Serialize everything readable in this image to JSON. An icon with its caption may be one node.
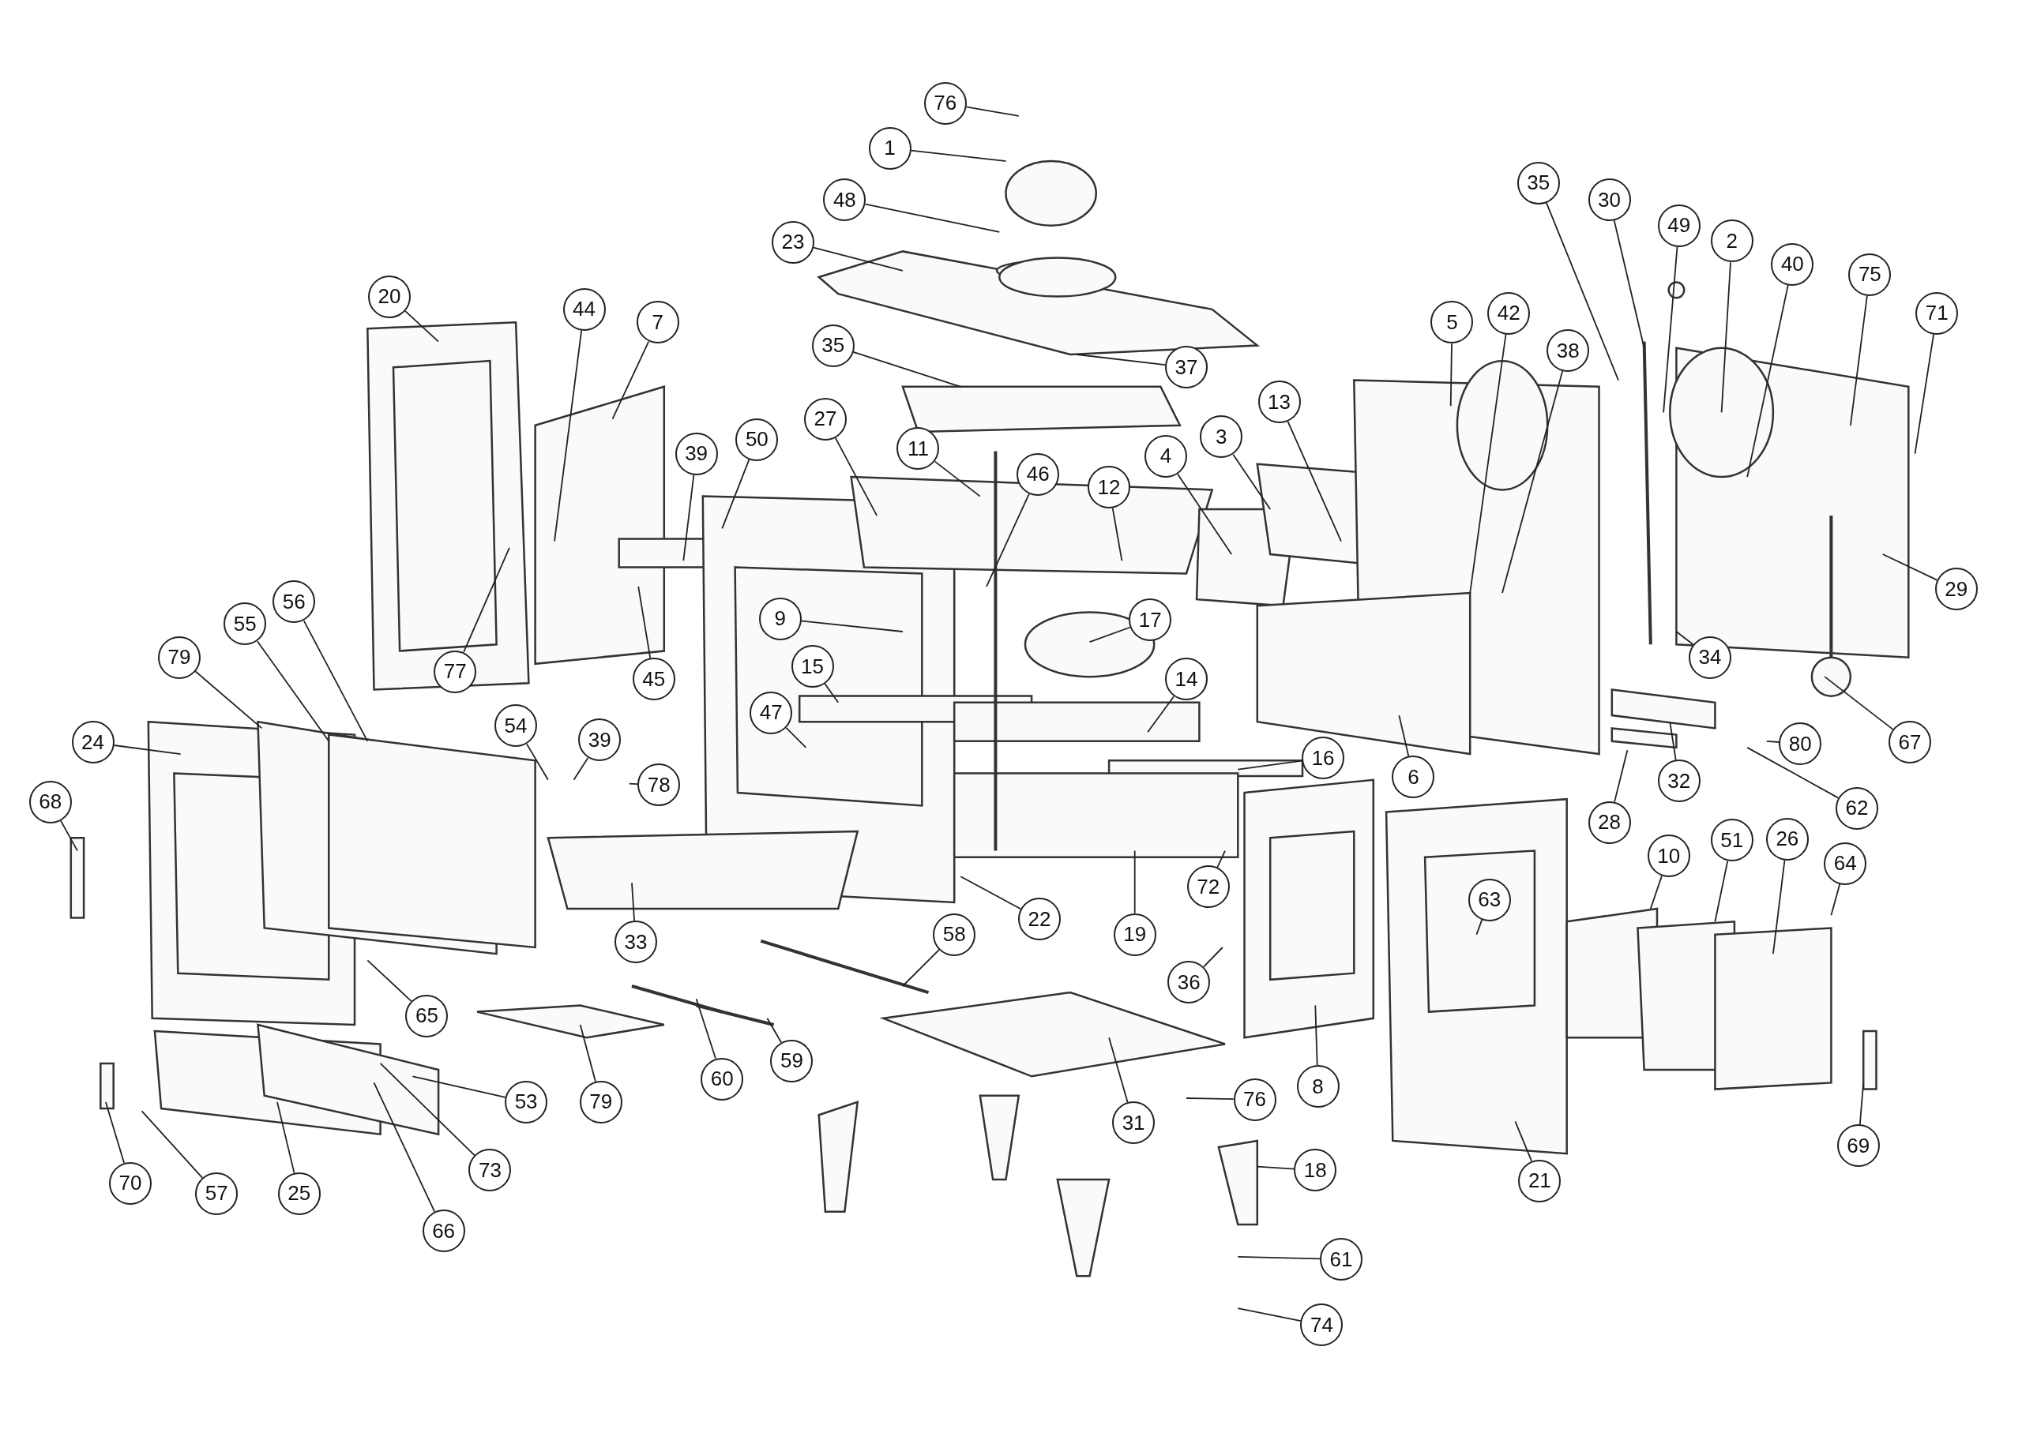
{
  "diagram": {
    "nodes": [
      {
        "text": [
          "76"
        ]
      },
      {
        "text": [
          "1"
        ]
      },
      {
        "text": [
          "35"
        ]
      },
      {
        "text": [
          "30"
        ]
      },
      {
        "text": [
          "48"
        ]
      },
      {
        "text": [
          "49"
        ]
      },
      {
        "text": [
          "2"
        ]
      },
      {
        "text": [
          "23"
        ]
      },
      {
        "text": [
          "40"
        ]
      },
      {
        "text": [
          "75"
        ]
      },
      {
        "text": [
          "20"
        ]
      },
      {
        "text": [
          "44"
        ]
      },
      {
        "text": [
          "71"
        ]
      },
      {
        "text": [
          "42"
        ]
      },
      {
        "text": [
          "5"
        ]
      },
      {
        "text": [
          "7"
        ]
      },
      {
        "text": [
          "35"
        ]
      },
      {
        "text": [
          "38"
        ]
      },
      {
        "text": [
          "37"
        ]
      },
      {
        "text": [
          "13"
        ]
      },
      {
        "text": [
          "27"
        ]
      },
      {
        "text": [
          "3"
        ]
      },
      {
        "text": [
          "50"
        ]
      },
      {
        "text": [
          "11"
        ]
      },
      {
        "text": [
          "39"
        ]
      },
      {
        "text": [
          "4"
        ]
      },
      {
        "text": [
          "46"
        ]
      },
      {
        "text": [
          "12"
        ]
      },
      {
        "text": [
          "29"
        ]
      },
      {
        "text": [
          "56"
        ]
      },
      {
        "text": [
          "9"
        ]
      },
      {
        "text": [
          "17"
        ]
      },
      {
        "text": [
          "55"
        ]
      },
      {
        "text": [
          "79"
        ]
      },
      {
        "text": [
          "34"
        ]
      },
      {
        "text": [
          "15"
        ]
      },
      {
        "text": [
          "77"
        ]
      },
      {
        "text": [
          "45"
        ]
      },
      {
        "text": [
          "14"
        ]
      },
      {
        "text": [
          "47"
        ]
      },
      {
        "text": [
          "54"
        ]
      },
      {
        "text": [
          "39"
        ]
      },
      {
        "text": [
          "24"
        ]
      },
      {
        "text": [
          "67"
        ]
      },
      {
        "text": [
          "80"
        ]
      },
      {
        "text": [
          "16"
        ]
      },
      {
        "text": [
          "6"
        ]
      },
      {
        "text": [
          "32"
        ]
      },
      {
        "text": [
          "78"
        ]
      },
      {
        "text": [
          "68"
        ]
      },
      {
        "text": [
          "62"
        ]
      },
      {
        "text": [
          "28"
        ]
      },
      {
        "text": [
          "26"
        ]
      },
      {
        "text": [
          "51"
        ]
      },
      {
        "text": [
          "10"
        ]
      },
      {
        "text": [
          "64"
        ]
      },
      {
        "text": [
          "72"
        ]
      },
      {
        "text": [
          "63"
        ]
      },
      {
        "text": [
          "22"
        ]
      },
      {
        "text": [
          "58"
        ]
      },
      {
        "text": [
          "19"
        ]
      },
      {
        "text": [
          "33"
        ]
      },
      {
        "text": [
          "36"
        ]
      },
      {
        "text": [
          "65"
        ]
      },
      {
        "text": [
          "59"
        ]
      },
      {
        "text": [
          "60"
        ]
      },
      {
        "text": [
          "8"
        ]
      },
      {
        "text": [
          "76"
        ]
      },
      {
        "text": [
          "79"
        ]
      },
      {
        "text": [
          "53"
        ]
      },
      {
        "text": [
          "31"
        ]
      },
      {
        "text": [
          "69"
        ]
      },
      {
        "text": [
          "18"
        ]
      },
      {
        "text": [
          "73"
        ]
      },
      {
        "text": [
          "21"
        ]
      },
      {
        "text": [
          "70"
        ]
      },
      {
        "text": [
          "57"
        ]
      },
      {
        "text": [
          "25"
        ]
      },
      {
        "text": [
          "66"
        ]
      },
      {
        "text": [
          "61"
        ]
      },
      {
        "text": [
          "74"
        ]
      }
    ],
    "edges": [
      {
        "from": 0,
        "to": null,
        "arrow": "none"
      },
      {
        "from": 1,
        "to": null,
        "arrow": "none"
      },
      {
        "from": 2,
        "to": null,
        "arrow": "none"
      },
      {
        "from": 3,
        "to": null,
        "arrow": "none"
      },
      {
        "from": 4,
        "to": null,
        "arrow": "none"
      },
      {
        "from": 5,
        "to": null,
        "arrow": "none"
      },
      {
        "from": 6,
        "to": null,
        "arrow": "none"
      },
      {
        "from": 7,
        "to": null,
        "arrow": "none"
      },
      {
        "from": 8,
        "to": null,
        "arrow": "none"
      },
      {
        "from": 9,
        "to": null,
        "arrow": "none"
      },
      {
        "from": 10,
        "to": null,
        "arrow": "none"
      },
      {
        "from": 11,
        "to": null,
        "arrow": "none"
      },
      {
        "from": 12,
        "to": null,
        "arrow": "none"
      },
      {
        "from": 13,
        "to": null,
        "arrow": "none"
      },
      {
        "from": 14,
        "to": null,
        "arrow": "none"
      },
      {
        "from": 15,
        "to": null,
        "arrow": "none"
      },
      {
        "from": 16,
        "to": null,
        "arrow": "none"
      },
      {
        "from": 17,
        "to": null,
        "arrow": "none"
      },
      {
        "from": 18,
        "to": null,
        "arrow": "none"
      },
      {
        "from": 19,
        "to": null,
        "arrow": "none"
      },
      {
        "from": 20,
        "to": null,
        "arrow": "none"
      },
      {
        "from": 21,
        "to": null,
        "arrow": "none"
      },
      {
        "from": 22,
        "to": null,
        "arrow": "none"
      },
      {
        "from": 23,
        "to": null,
        "arrow": "none"
      },
      {
        "from": 24,
        "to": null,
        "arrow": "none"
      },
      {
        "from": 25,
        "to": null,
        "arrow": "none"
      },
      {
        "from": 26,
        "to": null,
        "arrow": "none"
      },
      {
        "from": 27,
        "to": null,
        "arrow": "none"
      },
      {
        "from": 28,
        "to": null,
        "arrow": "none"
      },
      {
        "from": 29,
        "to": null,
        "arrow": "none"
      },
      {
        "from": 30,
        "to": null,
        "arrow": "none"
      },
      {
        "from": 31,
        "to": null,
        "arrow": "none"
      },
      {
        "from": 32,
        "to": null,
        "arrow": "none"
      },
      {
        "from": 33,
        "to": null,
        "arrow": "none"
      },
      {
        "from": 34,
        "to": null,
        "arrow": "none"
      },
      {
        "from": 35,
        "to": null,
        "arrow": "none"
      },
      {
        "from": 36,
        "to": null,
        "arrow": "none"
      },
      {
        "from": 37,
        "to": null,
        "arrow": "none"
      },
      {
        "from": 38,
        "to": null,
        "arrow": "none"
      },
      {
        "from": 39,
        "to": null,
        "arrow": "none"
      },
      {
        "from": 40,
        "to": null,
        "arrow": "none"
      },
      {
        "from": 41,
        "to": null,
        "arrow": "none"
      },
      {
        "from": 42,
        "to": null,
        "arrow": "none"
      },
      {
        "from": 43,
        "to": null,
        "arrow": "none"
      },
      {
        "from": 44,
        "to": null,
        "arrow": "none"
      },
      {
        "from": 45,
        "to": null,
        "arrow": "none"
      },
      {
        "from": 46,
        "to": null,
        "arrow": "none"
      },
      {
        "from": 47,
        "to": null,
        "arrow": "none"
      },
      {
        "from": 48,
        "to": null,
        "arrow": "none"
      },
      {
        "from": 49,
        "to": null,
        "arrow": "none"
      },
      {
        "from": 50,
        "to": null,
        "arrow": "none"
      },
      {
        "from": 51,
        "to": null,
        "arrow": "none"
      },
      {
        "from": 52,
        "to": null,
        "arrow": "none"
      },
      {
        "from": 53,
        "to": null,
        "arrow": "none"
      },
      {
        "from": 54,
        "to": null,
        "arrow": "none"
      },
      {
        "from": 55,
        "to": null,
        "arrow": "none"
      },
      {
        "from": 56,
        "to": null,
        "arrow": "none"
      },
      {
        "from": 57,
        "to": null,
        "arrow": "none"
      },
      {
        "from": 58,
        "to": null,
        "arrow": "none"
      },
      {
        "from": 59,
        "to": null,
        "arrow": "none"
      },
      {
        "from": 60,
        "to": null,
        "arrow": "none"
      },
      {
        "from": 61,
        "to": null,
        "arrow": "none"
      },
      {
        "from": 62,
        "to": null,
        "arrow": "none"
      },
      {
        "from": 63,
        "to": null,
        "arrow": "none"
      },
      {
        "from": 64,
        "to": null,
        "arrow": "none"
      },
      {
        "from": 65,
        "to": null,
        "arrow": "none"
      },
      {
        "from": 66,
        "to": null,
        "arrow": "none"
      },
      {
        "from": 67,
        "to": null,
        "arrow": "none"
      },
      {
        "from": 68,
        "to": null,
        "arrow": "none"
      },
      {
        "from": 69,
        "to": null,
        "arrow": "none"
      },
      {
        "from": 70,
        "to": null,
        "arrow": "none"
      },
      {
        "from": 71,
        "to": null,
        "arrow": "none"
      },
      {
        "from": 72,
        "to": null,
        "arrow": "none"
      },
      {
        "from": 73,
        "to": null,
        "arrow": "none"
      },
      {
        "from": 74,
        "to": null,
        "arrow": "none"
      },
      {
        "from": 75,
        "to": null,
        "arrow": "none"
      },
      {
        "from": 76,
        "to": null,
        "arrow": "none"
      },
      {
        "from": 77,
        "to": null,
        "arrow": "none"
      },
      {
        "from": 78,
        "to": null,
        "arrow": "none"
      },
      {
        "from": 79,
        "to": null,
        "arrow": "none"
      },
      {
        "from": 80,
        "to": null,
        "arrow": "none"
      }
    ]
  }
}
